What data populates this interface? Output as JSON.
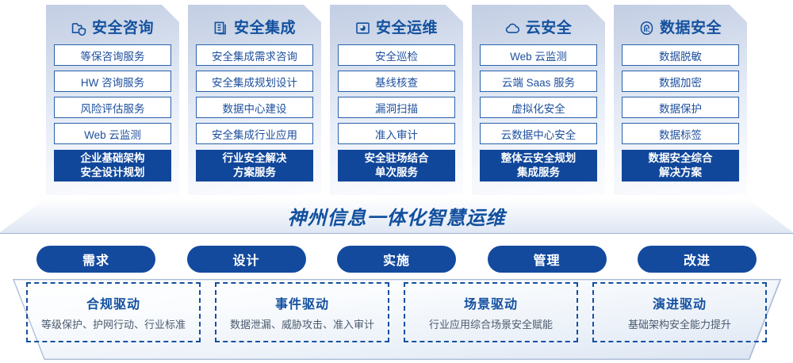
{
  "cards": [
    {
      "icon": "folder-shield-icon",
      "title": "安全咨询",
      "items": [
        "等保咨询服务",
        "HW 咨询服务",
        "风险评估服务",
        "Web 云监测"
      ],
      "highlight": [
        "企业基础架构",
        "安全设计规划"
      ]
    },
    {
      "icon": "documents-stack-icon",
      "title": "安全集成",
      "items": [
        "安全集成需求咨询",
        "安全集成规划设计",
        "数据中心建设",
        "安全集成行业应用"
      ],
      "highlight": [
        "行业安全解决",
        "方案服务"
      ]
    },
    {
      "icon": "monitor-chart-icon",
      "title": "安全运维",
      "items": [
        "安全巡检",
        "基线核查",
        "漏洞扫描",
        "准入审计"
      ],
      "highlight": [
        "安全驻场结合",
        "单次服务"
      ]
    },
    {
      "icon": "cloud-icon",
      "title": "云安全",
      "items": [
        "Web 云监测",
        "云端 Saas 服务",
        "虚拟化安全",
        "云数据中心安全"
      ],
      "highlight": [
        "整体云安全规划",
        "集成服务"
      ]
    },
    {
      "icon": "fingerprint-icon",
      "title": "数据安全",
      "items": [
        "数据脱敏",
        "数据加密",
        "数据保护",
        "数据标签"
      ],
      "highlight": [
        "数据安全综合",
        "解决方案"
      ]
    }
  ],
  "banner": {
    "title": "神州信息一体化智慧运维"
  },
  "pills": [
    {
      "label": "需求"
    },
    {
      "label": "设计"
    },
    {
      "label": "实施"
    },
    {
      "label": "管理"
    },
    {
      "label": "改进"
    }
  ],
  "drivers": [
    {
      "title": "合规驱动",
      "sub": "等级保护、护网行动、行业标准"
    },
    {
      "title": "事件驱动",
      "sub": "数据泄漏、威胁攻击、准入审计"
    },
    {
      "title": "场景驱动",
      "sub": "行业应用综合场景安全赋能"
    },
    {
      "title": "演进驱动",
      "sub": "基础架构安全能力提升"
    }
  ],
  "colors": {
    "brand_blue": "#13519e",
    "deep_blue": "#10479a",
    "card_gradient_start": "#c3cee4",
    "card_gradient_end": "#fbfcfe",
    "item_border": "#2a61ab",
    "driver_dash": "#16519f"
  }
}
